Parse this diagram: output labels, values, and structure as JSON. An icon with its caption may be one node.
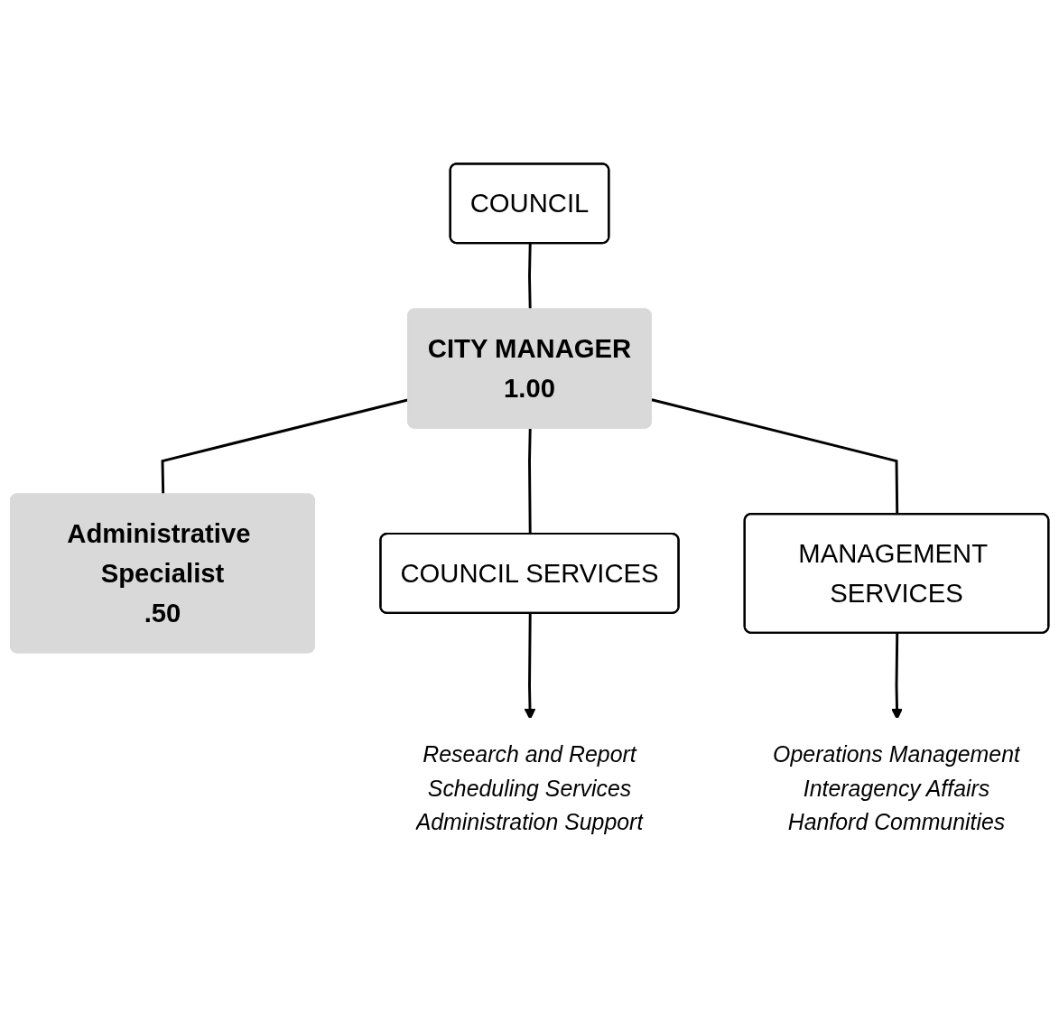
{
  "diagram": {
    "nodes": [
      {
        "text": [
          "COUNCIL"
        ]
      },
      {
        "text": [
          "CITY MANAGER",
          "1.00"
        ]
      },
      {
        "text": [
          "Administrative Specialist",
          ".50"
        ]
      },
      {
        "text": [
          "COUNCIL SERVICES"
        ]
      },
      {
        "text": [
          "MANAGEMENT SERVICES"
        ]
      },
      {
        "text": [
          "Research and Report",
          "Scheduling Services",
          "Administration Support"
        ]
      },
      {
        "text": [
          "Operations Management",
          "Interagency Affairs",
          "Hanford Communities"
        ]
      }
    ],
    "edges": [
      {
        "from": 0,
        "to": 1,
        "arrow": "none"
      },
      {
        "from": 1,
        "to": 2,
        "arrow": "none"
      },
      {
        "from": 1,
        "to": 3,
        "arrow": "none"
      },
      {
        "from": 1,
        "to": 4,
        "arrow": "none"
      },
      {
        "from": 3,
        "to": 5,
        "arrow": "to"
      },
      {
        "from": 4,
        "to": 6,
        "arrow": "to"
      }
    ]
  }
}
